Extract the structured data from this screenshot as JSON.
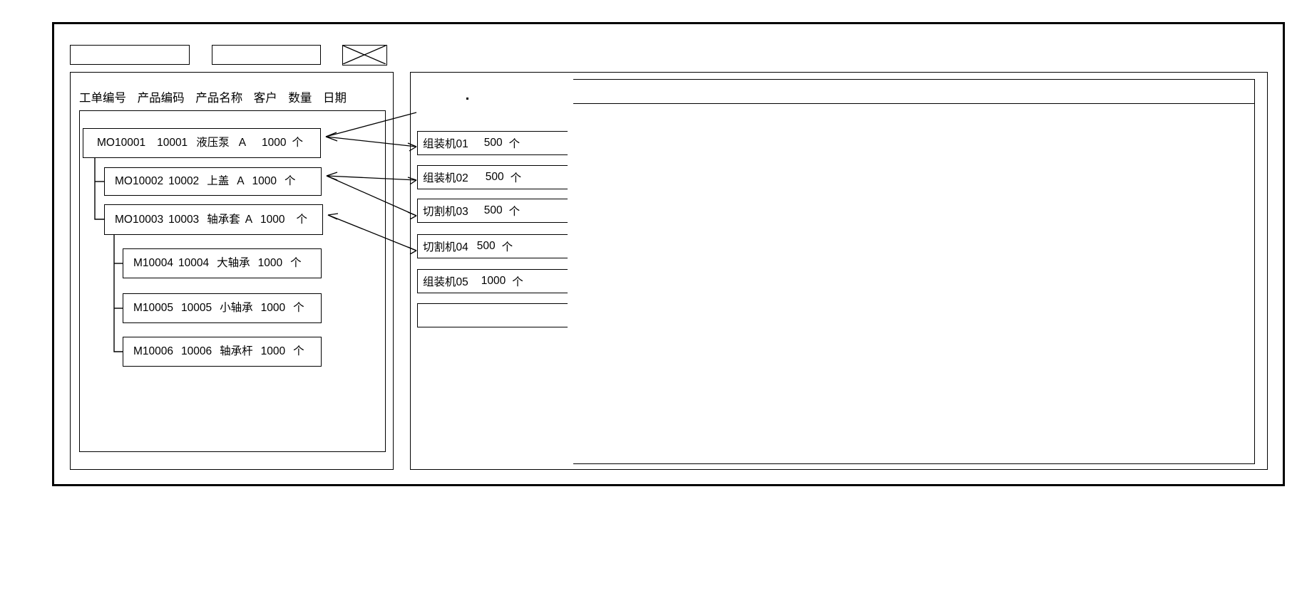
{
  "window": {
    "title": ""
  },
  "toolbar": {
    "field_1_value": "",
    "field_2_value": "",
    "image_placeholder_name": "image-placeholder-icon"
  },
  "left_panel": {
    "columns": [
      "工单编号",
      "产品编码",
      "产品名称",
      "客户",
      "数量",
      "日期"
    ],
    "rows": [
      {
        "level": 0,
        "order_no": "MO10001",
        "product_code": "10001",
        "product_name": "液压泵",
        "customer": "A",
        "quantity": "1000",
        "unit": "个"
      },
      {
        "level": 1,
        "order_no": "MO10002",
        "product_code": "10002",
        "product_name": "上盖",
        "customer": "A",
        "quantity": "1000",
        "unit": "个"
      },
      {
        "level": 1,
        "order_no": "MO10003",
        "product_code": "10003",
        "product_name": "轴承套",
        "customer": "A",
        "quantity": "1000",
        "unit": "个"
      },
      {
        "level": 2,
        "order_no": "M10004",
        "product_code": "10004",
        "product_name": "大轴承",
        "customer": "",
        "quantity": "1000",
        "unit": "个"
      },
      {
        "level": 2,
        "order_no": "M10005",
        "product_code": "10005",
        "product_name": "小轴承",
        "customer": "",
        "quantity": "1000",
        "unit": "个"
      },
      {
        "level": 2,
        "order_no": "M10006",
        "product_code": "10006",
        "product_name": "轴承杆",
        "customer": "",
        "quantity": "1000",
        "unit": "个"
      }
    ]
  },
  "middle_panel": {
    "machines": [
      {
        "name": "组装机01",
        "quantity": "500",
        "unit": "个"
      },
      {
        "name": "组装机02",
        "quantity": "500",
        "unit": "个"
      },
      {
        "name": "切割机03",
        "quantity": "500",
        "unit": "个"
      },
      {
        "name": "切割机04",
        "quantity": "500",
        "unit": "个"
      },
      {
        "name": "组装机05",
        "quantity": "1000",
        "unit": "个"
      },
      {
        "name": "",
        "quantity": "",
        "unit": ""
      }
    ]
  },
  "right_panel": {
    "header_text": "",
    "body_text": ""
  },
  "colors": {
    "line": "#000000",
    "background": "#ffffff"
  }
}
